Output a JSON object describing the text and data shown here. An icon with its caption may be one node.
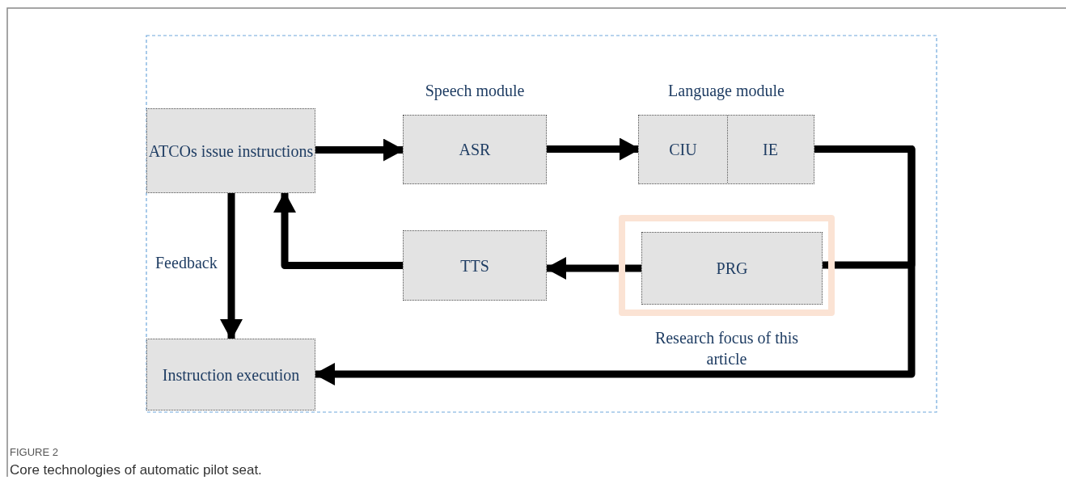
{
  "diagram": {
    "caption": "Core technologies of automatic pilot seat.",
    "nodes": [
      {
        "text": [
          "ATCOs issue instructions"
        ]
      },
      {
        "text": [
          "ASR"
        ],
        "beside": [
          "Speech module"
        ]
      },
      {
        "text": [
          "Language module"
        ]
      },
      {
        "text": [
          "CIU"
        ],
        "in": 2
      },
      {
        "text": [
          "IE"
        ],
        "in": 2
      },
      {
        "text": [
          "Research focus of this article"
        ]
      },
      {
        "text": [
          "PRG"
        ],
        "in": 5
      },
      {
        "text": [
          "TTS"
        ]
      },
      {
        "text": [
          "Instruction execution"
        ]
      }
    ],
    "edges": [
      {
        "from": 0,
        "to": 1,
        "arrow": "to"
      },
      {
        "from": 1,
        "to": 3,
        "arrow": "to"
      },
      {
        "from": 4,
        "to": 6,
        "arrow": "to"
      },
      {
        "from": 4,
        "to": 8,
        "arrow": "to"
      },
      {
        "from": 6,
        "to": 7,
        "arrow": "to"
      },
      {
        "from": 7,
        "to": 0,
        "arrow": "to"
      },
      {
        "from": 0,
        "to": 8,
        "arrow": "to",
        "label": "Feedback"
      }
    ],
    "labels": [
      "FIGURE 2"
    ]
  }
}
